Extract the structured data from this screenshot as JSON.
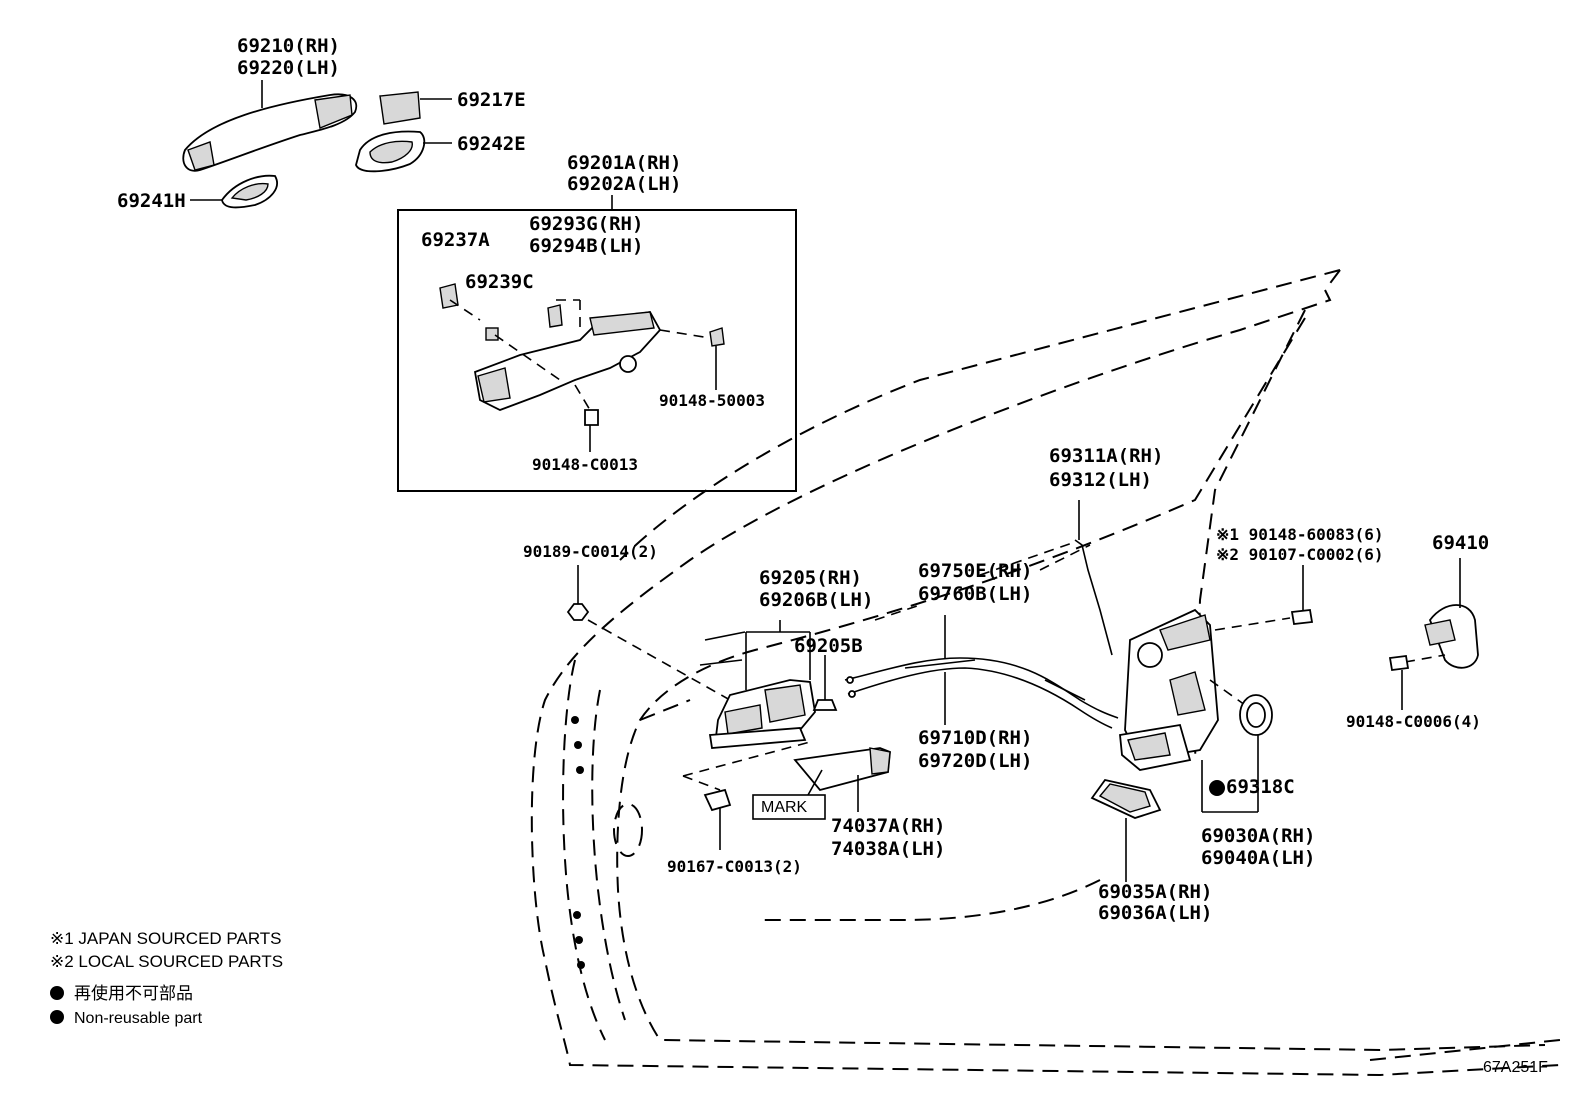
{
  "parts": {
    "p69210": "69210(RH)",
    "p69220": "69220(LH)",
    "p69217E": "69217E",
    "p69242E": "69242E",
    "p69241H": "69241H",
    "p69201A": "69201A(RH)",
    "p69202A": "69202A(LH)",
    "p69237A": "69237A",
    "p69293G": "69293G(RH)",
    "p69294B": "69294B(LH)",
    "p69239C": "69239C",
    "p90148_50003": "90148-50003",
    "p90148_C0013": "90148-C0013",
    "p90189_C0014": "90189-C0014(2)",
    "p69205": "69205(RH)",
    "p69206B": "69206B(LH)",
    "p69205B": "69205B",
    "p69750E": "69750E(RH)",
    "p69760B": "69760B(LH)",
    "p69311A": "69311A(RH)",
    "p69312": "69312(LH)",
    "p90148_60083": "※1 90148-60083(6)",
    "p90107_C0002": "※2 90107-C0002(6)",
    "p69410": "69410",
    "p90148_C0006": "90148-C0006(4)",
    "p69710D": "69710D(RH)",
    "p69720D": "69720D(LH)",
    "p69318C": "69318C",
    "p74037A": "74037A(RH)",
    "p74038A": "74038A(LH)",
    "p90167_C0013": "90167-C0013(2)",
    "p69030A": "69030A(RH)",
    "p69040A": "69040A(LH)",
    "p69035A": "69035A(RH)",
    "p69036A": "69036A(LH)",
    "mark": "MARK"
  },
  "legend": {
    "japan": "※1 JAPAN SOURCED PARTS",
    "local": "※2 LOCAL SOURCED PARTS",
    "nonreusable_jp": "再使用不可部品",
    "nonreusable_en": "Non-reusable part"
  },
  "diagram_code": "67A251F"
}
